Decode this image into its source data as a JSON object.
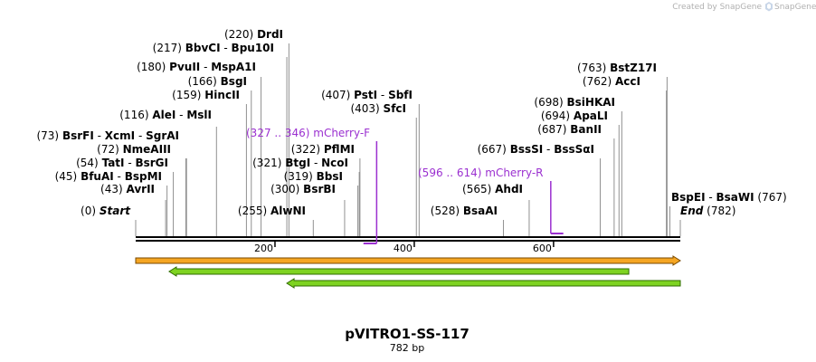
{
  "credit": "Created by SnapGene",
  "map": {
    "title": "pVITRO1-SS-117",
    "length_label": "782 bp",
    "length_bp": 782,
    "ticks": [
      200,
      400,
      600
    ]
  },
  "sites": [
    {
      "id": "start",
      "pos": "(0)",
      "name": "Start",
      "italic": true,
      "bp": 0
    },
    {
      "id": "avrii",
      "pos": "(43)",
      "name": "AvrII",
      "bp": 43
    },
    {
      "id": "bfuai",
      "pos": "(45)",
      "name": "BfuAI",
      "suffix": "BspMI",
      "bp": 45
    },
    {
      "id": "tati",
      "pos": "(54)",
      "name": "TatI",
      "suffix": "BsrGI",
      "bp": 54
    },
    {
      "id": "nmeaiii",
      "pos": "(72)",
      "name": "NmeAIII",
      "bp": 72
    },
    {
      "id": "bsrfi",
      "pos": "(73)",
      "name": "BsrFI",
      "suffix": "XcmI  -  SgrAI",
      "bp": 73
    },
    {
      "id": "alei",
      "pos": "(116)",
      "name": "AleI",
      "suffix": "MslI",
      "bp": 116
    },
    {
      "id": "hincii",
      "pos": "(159)",
      "name": "HincII",
      "bp": 159
    },
    {
      "id": "bsgi",
      "pos": "(166)",
      "name": "BsgI",
      "bp": 166
    },
    {
      "id": "pvuii",
      "pos": "(180)",
      "name": "PvuII",
      "suffix": "MspA1I",
      "bp": 180
    },
    {
      "id": "bbvci",
      "pos": "(217)",
      "name": "BbvCI",
      "suffix": "Bpu10I",
      "bp": 217
    },
    {
      "id": "drdi",
      "pos": "(220)",
      "name": "DrdI",
      "bp": 220
    },
    {
      "id": "alwni",
      "pos": "(255)",
      "name": "AlwNI",
      "bp": 255
    },
    {
      "id": "bsrbi",
      "pos": "(300)",
      "name": "BsrBI",
      "bp": 300
    },
    {
      "id": "bbsi",
      "pos": "(319)",
      "name": "BbsI",
      "bp": 319
    },
    {
      "id": "btgi",
      "pos": "(321)",
      "name": "BtgI",
      "suffix": "NcoI",
      "bp": 321
    },
    {
      "id": "pflmi",
      "pos": "(322)",
      "name": "PflMI",
      "bp": 322
    },
    {
      "id": "sfci",
      "pos": "(403)",
      "name": "SfcI",
      "bp": 403
    },
    {
      "id": "psti",
      "pos": "(407)",
      "name": "PstI",
      "suffix": "SbfI",
      "bp": 407
    },
    {
      "id": "bsaai",
      "pos": "(528)",
      "name": "BsaAI",
      "bp": 528
    },
    {
      "id": "ahdi",
      "pos": "(565)",
      "name": "AhdI",
      "bp": 565
    },
    {
      "id": "bsssi",
      "pos": "(667)",
      "name": "BssSI",
      "suffix": "BssSαI",
      "bp": 667
    },
    {
      "id": "banii",
      "pos": "(687)",
      "name": "BanII",
      "bp": 687
    },
    {
      "id": "apali",
      "pos": "(694)",
      "name": "ApaLI",
      "bp": 694
    },
    {
      "id": "bsihkai",
      "pos": "(698)",
      "name": "BsiHKAI",
      "bp": 698
    },
    {
      "id": "acci",
      "pos": "(762)",
      "name": "AccI",
      "bp": 762
    },
    {
      "id": "bstz17i",
      "pos": "(763)",
      "name": "BstZ17I",
      "bp": 763
    },
    {
      "id": "bspei",
      "pos": "(767)",
      "name": "BspEI",
      "suffix": "BsaWI",
      "bp": 767,
      "right": true
    },
    {
      "id": "end",
      "pos": "(782)",
      "name": "End",
      "italic": true,
      "bp": 782,
      "right": true
    }
  ],
  "primers": [
    {
      "id": "mcherry-f",
      "range": "(327 .. 346)",
      "name": "mCherry-F",
      "start": 327,
      "end": 346,
      "direction": "forward"
    },
    {
      "id": "mcherry-r",
      "range": "(596 .. 614)",
      "name": "mCherry-R",
      "start": 596,
      "end": 614,
      "direction": "reverse"
    }
  ],
  "features": [
    {
      "id": "feature-orange",
      "start": 0,
      "end": 782,
      "direction": "forward",
      "fill": "#f5a623",
      "border": "#7a4a00"
    },
    {
      "id": "feature-green-1",
      "start": 48,
      "end": 708,
      "direction": "reverse",
      "fill": "#7ed321",
      "border": "#2f6b00"
    },
    {
      "id": "feature-green-2",
      "start": 217,
      "end": 782,
      "direction": "reverse",
      "fill": "#7ed321",
      "border": "#2f6b00"
    }
  ],
  "colors": {
    "primer": "#9b30d0",
    "backbone": "#000000"
  }
}
